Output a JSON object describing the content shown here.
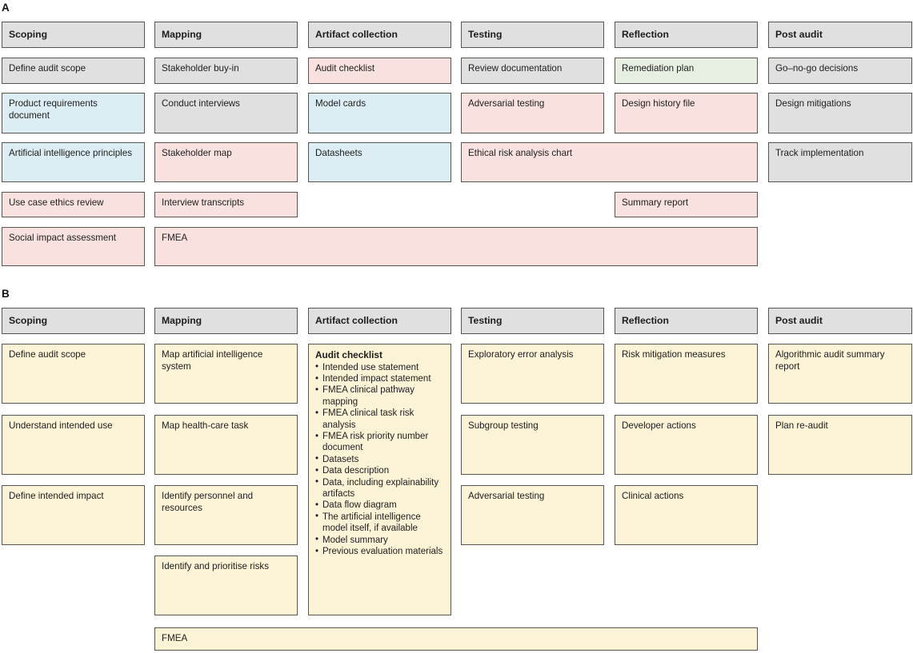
{
  "figure": {
    "panels": [
      {
        "letter": "A",
        "columns": [
          {
            "header": "Scoping"
          },
          {
            "header": "Mapping"
          },
          {
            "header": "Artifact collection"
          },
          {
            "header": "Testing"
          },
          {
            "header": "Reflection"
          },
          {
            "header": "Post audit"
          }
        ],
        "items": [
          {
            "label": "Define audit scope",
            "color": "grey"
          },
          {
            "label": "Product requirements document",
            "color": "blue"
          },
          {
            "label": "Artificial intelligence principles",
            "color": "blue"
          },
          {
            "label": "Use case ethics review",
            "color": "pink"
          },
          {
            "label": "Social impact assessment",
            "color": "pink"
          },
          {
            "label": "Stakeholder buy-in",
            "color": "grey"
          },
          {
            "label": "Conduct interviews",
            "color": "grey"
          },
          {
            "label": "Stakeholder map",
            "color": "pink"
          },
          {
            "label": "Interview transcripts",
            "color": "pink"
          },
          {
            "label": "FMEA",
            "color": "pink"
          },
          {
            "label": "Audit checklist",
            "color": "pink"
          },
          {
            "label": "Model cards",
            "color": "blue"
          },
          {
            "label": "Datasheets",
            "color": "blue"
          },
          {
            "label": "Review documentation",
            "color": "grey"
          },
          {
            "label": "Adversarial testing",
            "color": "pink"
          },
          {
            "label": "Ethical risk analysis chart",
            "color": "pink"
          },
          {
            "label": "Remediation plan",
            "color": "green"
          },
          {
            "label": "Design history file",
            "color": "pink"
          },
          {
            "label": "Summary report",
            "color": "pink"
          },
          {
            "label": "Go–no-go decisions",
            "color": "grey"
          },
          {
            "label": "Design mitigations",
            "color": "grey"
          },
          {
            "label": "Track implementation",
            "color": "grey"
          }
        ]
      },
      {
        "letter": "B",
        "columns": [
          {
            "header": "Scoping"
          },
          {
            "header": "Mapping"
          },
          {
            "header": "Artifact collection"
          },
          {
            "header": "Testing"
          },
          {
            "header": "Reflection"
          },
          {
            "header": "Post audit"
          }
        ],
        "items": [
          {
            "label": "Define audit scope",
            "color": "cream"
          },
          {
            "label": "Understand intended use",
            "color": "cream"
          },
          {
            "label": "Define intended impact",
            "color": "cream"
          },
          {
            "label": "Map artificial intelligence system",
            "color": "cream"
          },
          {
            "label": "Map health-care task",
            "color": "cream"
          },
          {
            "label": "Identify personnel and resources",
            "color": "cream"
          },
          {
            "label": "Identify and prioritise risks",
            "color": "cream"
          },
          {
            "label": "FMEA",
            "color": "cream"
          },
          {
            "label": "Exploratory error analysis",
            "color": "cream"
          },
          {
            "label": "Subgroup testing",
            "color": "cream"
          },
          {
            "label": "Adversarial testing",
            "color": "cream"
          },
          {
            "label": "Risk mitigation measures",
            "color": "cream"
          },
          {
            "label": "Developer actions",
            "color": "cream"
          },
          {
            "label": "Clinical actions",
            "color": "cream"
          },
          {
            "label": "Algorithmic audit summary report",
            "color": "cream"
          },
          {
            "label": "Plan re-audit",
            "color": "cream"
          }
        ],
        "audit_checklist": {
          "title": "Audit checklist",
          "bullets": [
            "Intended use statement",
            "Intended impact statement",
            "FMEA clinical pathway mapping",
            "FMEA clinical task risk analysis",
            "FMEA risk priority number document",
            "Datasets",
            "Data description",
            "Data, including explainability artifacts",
            "Data flow diagram",
            "The artificial intelligence model itself, if available",
            "Model summary",
            "Previous evaluation materials"
          ]
        }
      }
    ],
    "colors": {
      "grey": "#e0e0e0",
      "blue": "#dceef3",
      "pink": "#f8e1de",
      "green": "#e7efe1",
      "cream": "#fdf3d7",
      "border": "#58544f",
      "text": "#1d1d1d"
    }
  }
}
